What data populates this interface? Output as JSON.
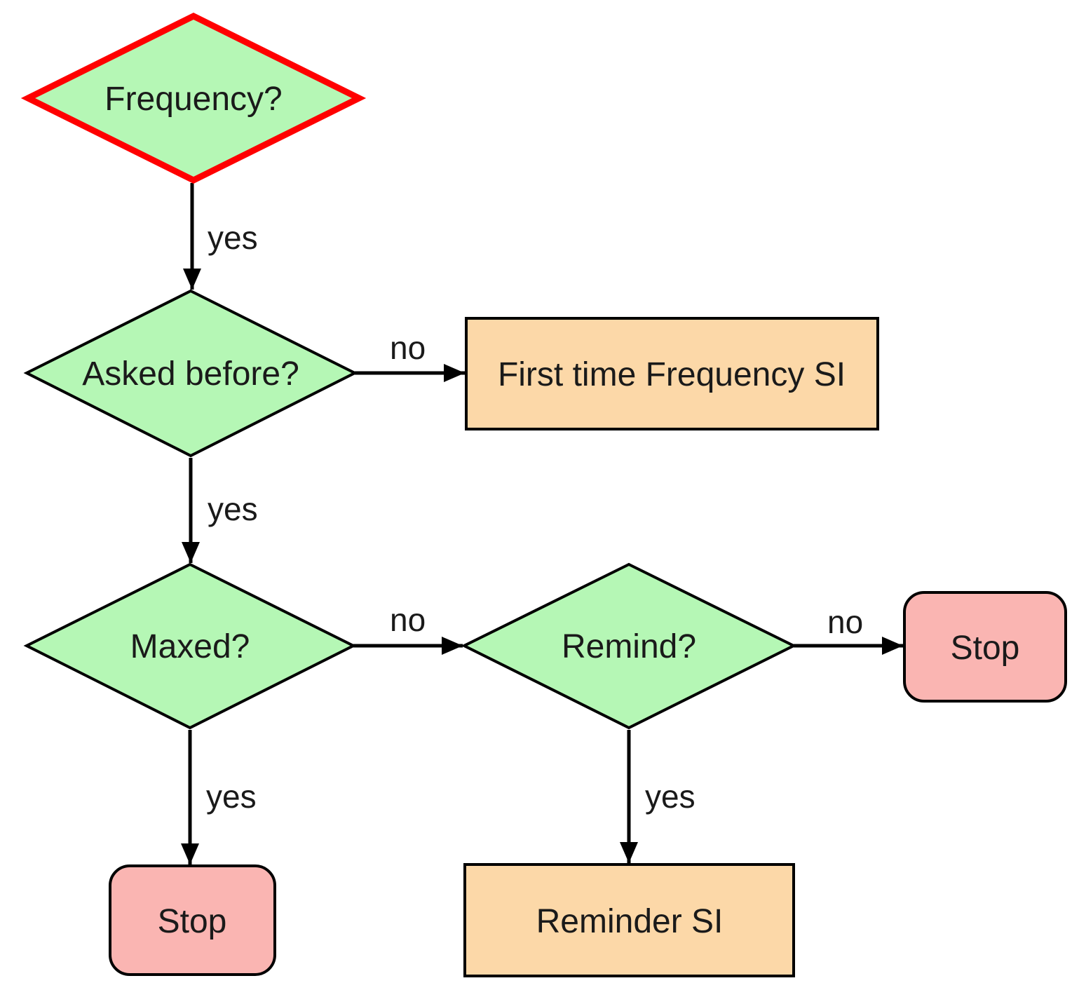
{
  "diagram": {
    "type": "flowchart",
    "colors": {
      "decision_fill": "#b5f7b5",
      "process_fill": "#fcd8a8",
      "terminator_fill": "#fab5b2",
      "start_border": "#ff0000",
      "line": "#000000",
      "text": "#1a1a1a"
    },
    "nodes": [
      {
        "id": "frequency",
        "label": "Frequency?",
        "type": "decision",
        "highlighted": true
      },
      {
        "id": "asked_before",
        "label": "Asked before?",
        "type": "decision"
      },
      {
        "id": "first_time_frequency_si",
        "label": "First time Frequency SI",
        "type": "process"
      },
      {
        "id": "maxed",
        "label": "Maxed?",
        "type": "decision"
      },
      {
        "id": "remind",
        "label": "Remind?",
        "type": "decision"
      },
      {
        "id": "stop_right",
        "label": "Stop",
        "type": "terminator"
      },
      {
        "id": "stop_left",
        "label": "Stop",
        "type": "terminator"
      },
      {
        "id": "reminder_si",
        "label": "Reminder SI",
        "type": "process"
      }
    ],
    "edges": [
      {
        "from": "frequency",
        "to": "asked_before",
        "label": "yes"
      },
      {
        "from": "asked_before",
        "to": "first_time_frequency_si",
        "label": "no"
      },
      {
        "from": "asked_before",
        "to": "maxed",
        "label": "yes"
      },
      {
        "from": "maxed",
        "to": "remind",
        "label": "no"
      },
      {
        "from": "maxed",
        "to": "stop_left",
        "label": "yes"
      },
      {
        "from": "remind",
        "to": "stop_right",
        "label": "no"
      },
      {
        "from": "remind",
        "to": "reminder_si",
        "label": "yes"
      }
    ]
  }
}
